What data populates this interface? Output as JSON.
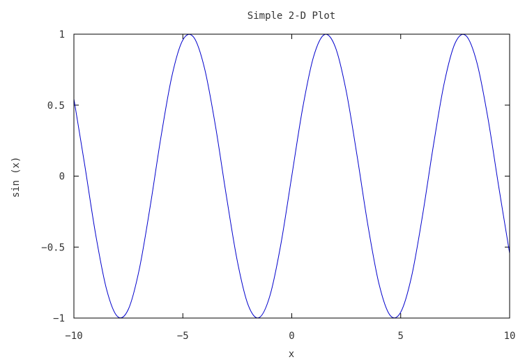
{
  "chart_data": {
    "type": "line",
    "title": "Simple 2-D Plot",
    "xlabel": "x",
    "ylabel": "sin (x)",
    "xlim": [
      -10,
      10
    ],
    "ylim": [
      -1,
      1
    ],
    "x_ticks": [
      -10,
      -5,
      0,
      5,
      10
    ],
    "x_tick_labels": [
      "−10",
      "−5",
      "0",
      "5",
      "10"
    ],
    "y_ticks": [
      -1,
      -0.5,
      0,
      0.5,
      1
    ],
    "y_tick_labels": [
      "−1",
      "−0.5",
      "0",
      "0.5",
      "1"
    ],
    "grid": false,
    "series": [
      {
        "color": "#0000cc",
        "x": [
          -10,
          -9.5,
          -9,
          -8.5,
          -8,
          -7.5,
          -7,
          -6.5,
          -6,
          -5.5,
          -5,
          -4.5,
          -4,
          -3.5,
          -3,
          -2.5,
          -2,
          -1.5,
          -1,
          -0.5,
          0,
          0.5,
          1,
          1.5,
          2,
          2.5,
          3,
          3.5,
          4,
          4.5,
          5,
          5.5,
          6,
          6.5,
          7,
          7.5,
          8,
          8.5,
          9,
          9.5,
          10
        ],
        "y": [
          0.544,
          0.075,
          -0.412,
          -0.798,
          -0.989,
          -0.938,
          -0.657,
          -0.215,
          0.279,
          0.706,
          0.959,
          0.978,
          0.757,
          0.351,
          -0.141,
          -0.598,
          -0.909,
          -0.997,
          -0.841,
          -0.479,
          0,
          0.479,
          0.841,
          0.997,
          0.909,
          0.598,
          0.141,
          -0.351,
          -0.757,
          -0.978,
          -0.959,
          -0.706,
          -0.279,
          0.215,
          0.657,
          0.938,
          0.989,
          0.798,
          0.412,
          -0.075,
          -0.544
        ]
      }
    ]
  }
}
